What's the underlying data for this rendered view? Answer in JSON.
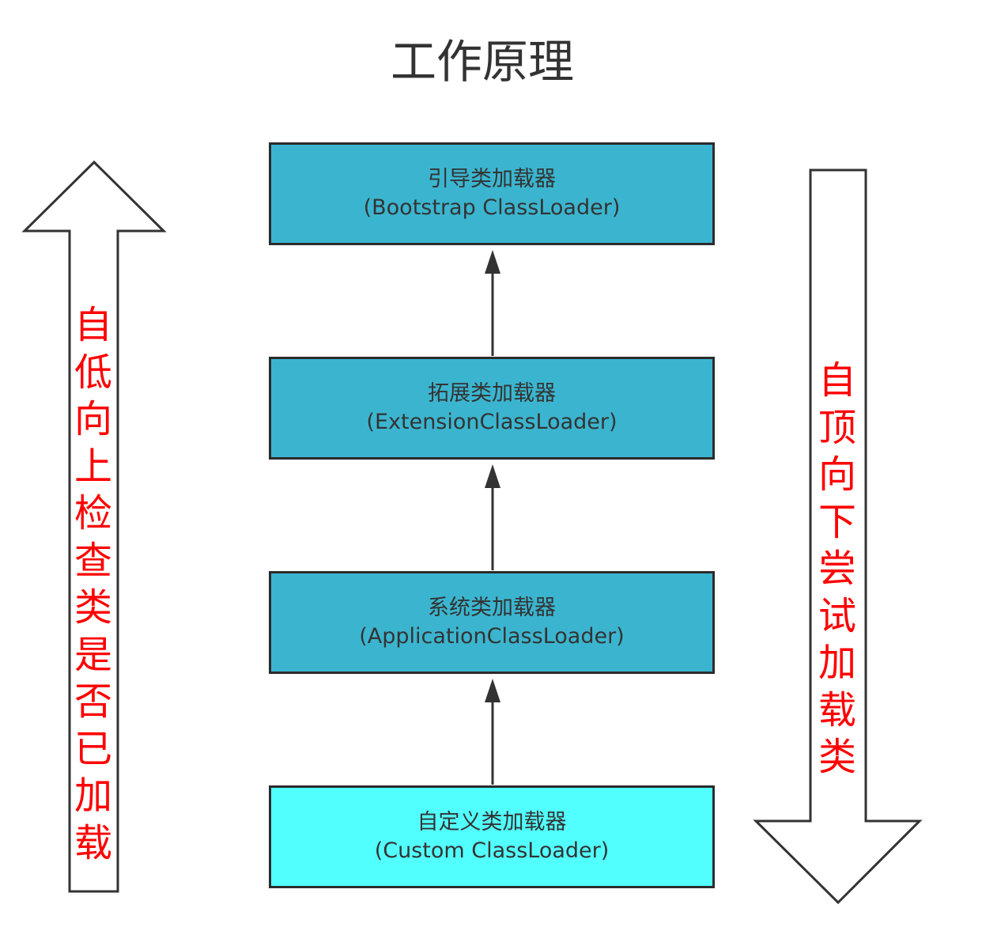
{
  "title": "工作原理",
  "colors": {
    "loader_box": "#3bb5cf",
    "custom_box": "#52ffff",
    "border": "#2b2b2b",
    "arrow": "#333333",
    "side_text": "#ff0000"
  },
  "loaders": [
    {
      "name": "引导类加载器",
      "english": "(Bootstrap ClassLoader)"
    },
    {
      "name": "拓展类加载器",
      "english": "(ExtensionClassLoader)"
    },
    {
      "name": "系统类加载器",
      "english": "(ApplicationClassLoader)"
    },
    {
      "name": "自定义类加载器",
      "english": "(Custom ClassLoader)"
    }
  ],
  "left_arrow_text": "自低向上检查类是否已加载",
  "right_arrow_text": "自顶向下尝试加载类"
}
